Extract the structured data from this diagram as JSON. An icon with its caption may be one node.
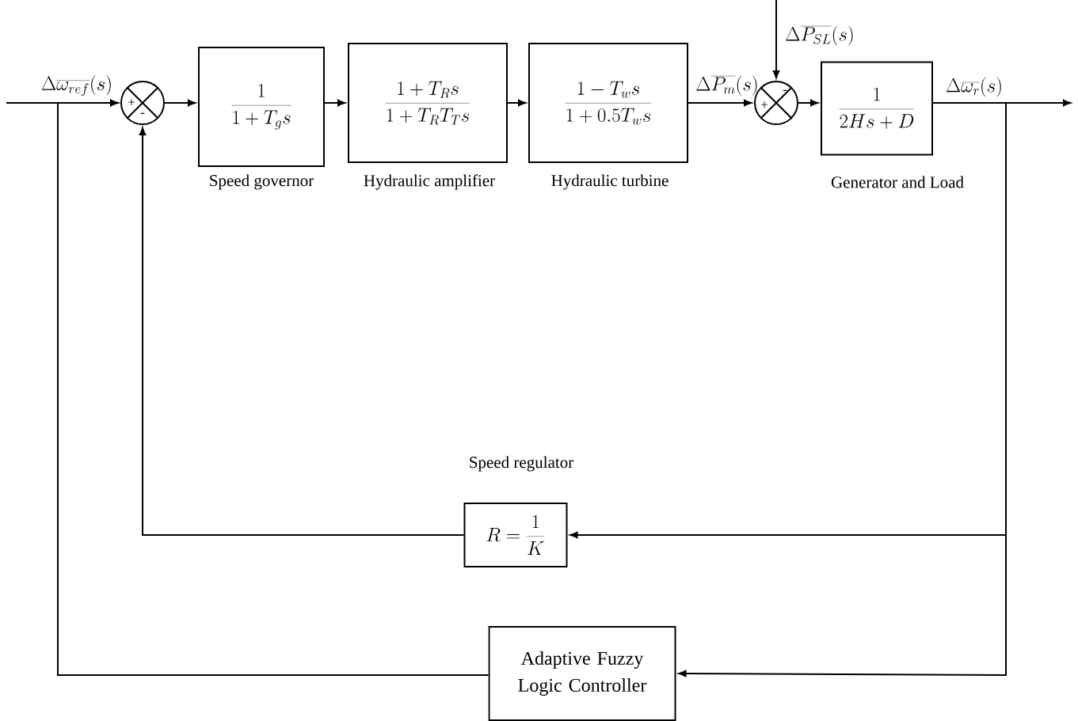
{
  "diagram": {
    "nodes": [
      {
        "text": [
          "+",
          "-"
        ]
      },
      {
        "text": [
          "\\frac{1}{1+T_{g}s}"
        ],
        "beside": [
          "Speed governor"
        ]
      },
      {
        "text": [
          "\\frac{1+T_{R}s}{1+T_{R}T_{T}s}"
        ],
        "beside": [
          "Hydraulic amplifier"
        ]
      },
      {
        "text": [
          "\\frac{1-T_{w}s}{1+0.5T_{w}s}"
        ],
        "beside": [
          "Hydraulic turbine"
        ]
      },
      {
        "text": [
          "-",
          "+"
        ]
      },
      {
        "text": [
          "\\frac{1}{2Hs+D}"
        ],
        "beside": [
          "Generator and Load"
        ]
      },
      {
        "text": [
          "R=\\frac{1}{K}"
        ],
        "beside": [
          "Speed regulator"
        ]
      },
      {
        "text": [
          "Adaptive Fuzzy Logic Controller"
        ]
      }
    ],
    "edges": [
      {
        "from": null,
        "to": 0,
        "arrow": "to",
        "label": "\\Delta\\overline{\\omega_{ref}}(s)"
      },
      {
        "from": 0,
        "to": 1,
        "arrow": "to"
      },
      {
        "from": 1,
        "to": 2,
        "arrow": "to"
      },
      {
        "from": 2,
        "to": 3,
        "arrow": "to"
      },
      {
        "from": 3,
        "to": 4,
        "arrow": "to",
        "label": "\\Delta\\overline{P_{m}}(s)"
      },
      {
        "from": null,
        "to": 4,
        "arrow": "to",
        "label": "\\Delta\\overline{P_{SL}}(s)"
      },
      {
        "from": 4,
        "to": 5,
        "arrow": "to"
      },
      {
        "from": 5,
        "to": null,
        "arrow": "to",
        "label": "\\Delta\\overline{\\omega_{r}}(s)"
      },
      {
        "from": 5,
        "to": 6,
        "arrow": "to"
      },
      {
        "from": 6,
        "to": 0,
        "arrow": "to"
      },
      {
        "from": 5,
        "to": 7,
        "arrow": "to"
      },
      {
        "from": 7,
        "to": 0,
        "arrow": "to"
      }
    ]
  }
}
